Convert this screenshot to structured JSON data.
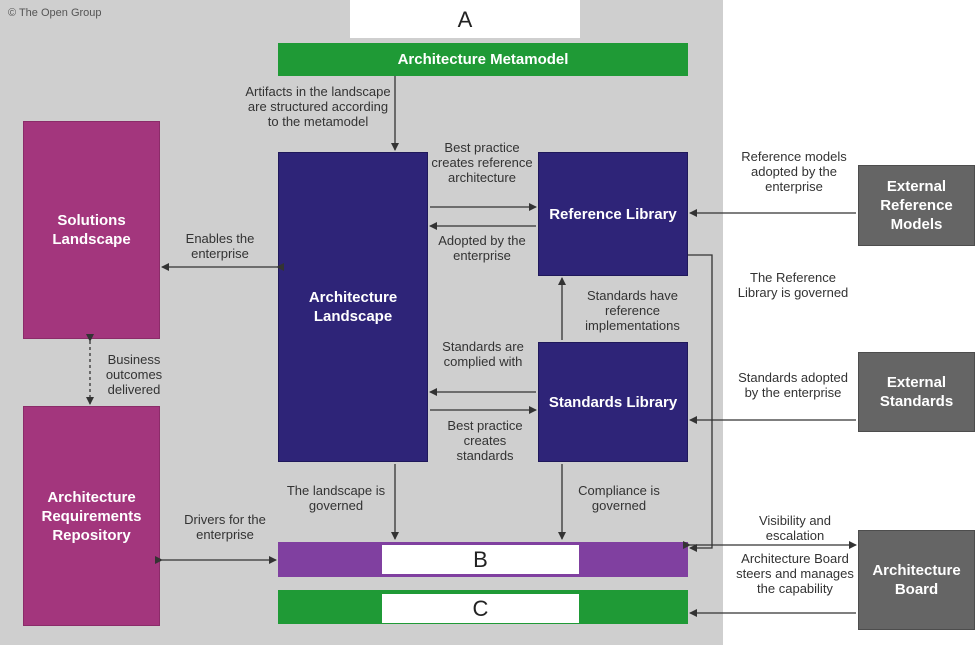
{
  "copyright": "© The Open Group",
  "placeholders": {
    "a": "A",
    "b": "B",
    "c": "C"
  },
  "boxes": {
    "architecture_metamodel": "Architecture Metamodel",
    "solutions_landscape": "Solutions Landscape",
    "architecture_landscape": "Architecture Landscape",
    "architecture_requirements_repository": "Architecture Requirements Repository",
    "reference_library": "Reference Library",
    "standards_library": "Standards Library",
    "external_reference_models": "External Reference Models",
    "external_standards": "External Standards",
    "architecture_board": "Architecture Board"
  },
  "labels": {
    "artifacts_structured": "Artifacts in the landscape are structured according to the metamodel",
    "best_practice_reference": "Best practice creates reference architecture",
    "adopted_by_enterprise": "Adopted by the enterprise",
    "enables_enterprise": "Enables the enterprise",
    "business_outcomes": "Business outcomes delivered",
    "standards_have_reference": "Standards have reference implementations",
    "standards_complied": "Standards are complied with",
    "best_practice_standards": "Best practice creates standards",
    "landscape_governed": "The landscape is governed",
    "compliance_governed": "Compliance is governed",
    "drivers_enterprise": "Drivers for the enterprise",
    "reference_models_adopted": "Reference models adopted by the enterprise",
    "reference_library_governed": "The Reference Library is governed",
    "standards_adopted": "Standards adopted by the enterprise",
    "visibility_escalation": "Visibility and escalation",
    "board_steers": "Architecture Board steers and manages the capability"
  },
  "colors": {
    "magenta": "#a3367d",
    "navy": "#2e2478",
    "green": "#1f9a36",
    "purple": "#8040a0",
    "grey": "#656565",
    "background": "#cfcfcf"
  }
}
